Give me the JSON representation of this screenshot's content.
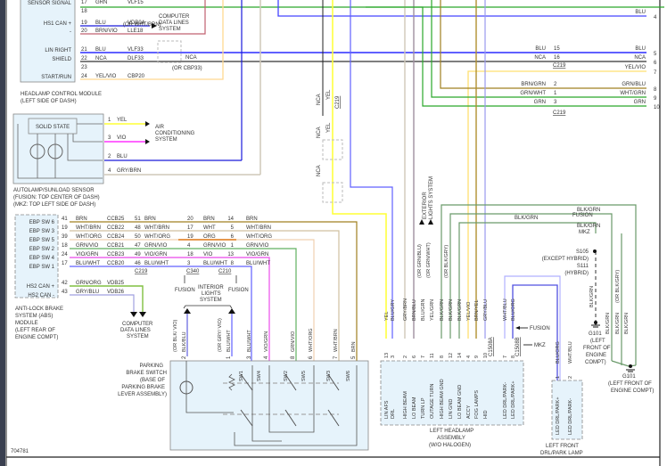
{
  "diagram_id": "704781",
  "colors": {
    "grn": "#2aa82a",
    "blu": "#1a1adb",
    "blu_light": "#5555ff",
    "nca": "#222222",
    "yel": "#ffff33",
    "yel_vio": "#ffd580",
    "vio": "#ff33ff",
    "gry_brn": "#cfc8b8",
    "brn": "#a08020",
    "wht_brn": "#d8c8a8",
    "wht_org": "#f0d0b0",
    "org": "#e07a1a",
    "grn_vio": "#60c060",
    "vio_grn": "#ee66ee",
    "blu_wht": "#7070ff",
    "brn_vio": "#c06070",
    "module_fill": "#e6f3fb",
    "module_stroke": "#888888"
  },
  "headlamp_module": {
    "caption_line1": "HEADLAMP CONTROL MODULE",
    "caption_line2": "(LEFT SIDE OF DASH)",
    "pins": [
      {
        "label": "SENSOR SIGNAL",
        "pin": "17",
        "color": "GRN",
        "circuit": "VLF15"
      },
      {
        "label": "",
        "pin": "18",
        "color": "",
        "circuit": ""
      },
      {
        "label": "HS1 CAN +",
        "pin": "19",
        "color": "BLU",
        "circuit": "VDB04"
      },
      {
        "label": "-",
        "pin": "20",
        "color": "BRN/VIO",
        "circuit": "LLE18"
      },
      {
        "label": "LIN RIGHT",
        "pin": "21",
        "color": "BLU",
        "circuit": "VLF33"
      },
      {
        "label": "SHIELD",
        "pin": "22",
        "color": "NCA",
        "circuit": "DLF33"
      },
      {
        "label": "",
        "pin": "23",
        "color": "",
        "circuit": ""
      },
      {
        "label": "START/RUN",
        "pin": "24",
        "color": "YEL/VIO",
        "circuit": "CBP20"
      }
    ],
    "alt_wire": "(OR WHT/BRN)",
    "alt_circuit": "(OR CBP33)",
    "shield_nca": "NCA",
    "data_lines": [
      "COMPUTER",
      "DATA LINES",
      "SYSTEM"
    ]
  },
  "autolamp_sensor": {
    "caption": [
      "AUTOLAMP/SUNLOAD SENSOR",
      "(FUSION: TOP CENTER OF DASH)",
      "(MKZ: TOP LEFT SIDE OF DASH)"
    ],
    "inner_label": "SOLID STATE",
    "pins": [
      {
        "pin": "1",
        "color": "YEL"
      },
      {
        "pin": "3",
        "color": "VIO"
      },
      {
        "pin": "2",
        "color": "BLU"
      },
      {
        "pin": "4",
        "color": "GRY/BRN"
      }
    ],
    "ac_system": [
      "AIR",
      "CONDITIONING",
      "SYSTEM"
    ]
  },
  "abs_module": {
    "caption": [
      "ANTI-LOCK BRAKE",
      "SYSTEM (ABS)",
      "MODULE",
      "(LEFT REAR OF",
      "ENGINE COMPT)"
    ],
    "pins": [
      {
        "label": "EBP SW 6",
        "pin": "41",
        "color": "BRN",
        "circuit": "CCB25",
        "c2pin": "51",
        "c2color": "BRN",
        "c3pin": "20",
        "c3color": "BRN",
        "c4pin": "14",
        "c4color": "BRN"
      },
      {
        "label": "EBP SW 3",
        "pin": "19",
        "color": "WHT/BRN",
        "circuit": "CCB22",
        "c2pin": "48",
        "c2color": "WHT/BRN",
        "c3pin": "17",
        "c3color": "WHT",
        "c4pin": "5",
        "c4color": "WHT/BRN"
      },
      {
        "label": "EBP SW 5",
        "pin": "39",
        "color": "WHT/ORG",
        "circuit": "CCB24",
        "c2pin": "50",
        "c2color": "WHT/ORG",
        "c3pin": "19",
        "c3color": "ORG",
        "c4pin": "6",
        "c4color": "WHT/ORG"
      },
      {
        "label": "EBP SW 2",
        "pin": "18",
        "color": "GRN/VIO",
        "circuit": "CCB21",
        "c2pin": "47",
        "c2color": "GRN/VIO",
        "c3pin": "4",
        "c3color": "GRN/VIO",
        "c4pin": "1",
        "c4color": "GRN/VIO"
      },
      {
        "label": "EBP SW 4",
        "pin": "24",
        "color": "VIO/GRN",
        "circuit": "CCB23",
        "c2pin": "49",
        "c2color": "VIO/GRN",
        "c3pin": "18",
        "c3color": "VIO",
        "c4pin": "13",
        "c4color": "VIO/GRN"
      },
      {
        "label": "EBP SW 1",
        "pin": "17",
        "color": "BLU/WHT",
        "circuit": "CCB20",
        "c2pin": "46",
        "c2color": "BLU/WHT",
        "c3pin": "3",
        "c3color": "BLU/WHT",
        "c4pin": "8",
        "c4color": "BLU/WHT"
      }
    ],
    "can_pins": [
      {
        "label": "HS2 CAN +",
        "pin": "42",
        "color": "GRN/ORG",
        "circuit": "VDB25"
      },
      {
        "label": "HS2 CAN -",
        "pin": "43",
        "color": "GRY/BLU",
        "circuit": "VDB26"
      }
    ],
    "connectors": {
      "c2": "C219",
      "c3": "C340",
      "c4": "C210"
    },
    "fusion_label": "FUSION",
    "interior_lights": [
      "INTERIOR",
      "LIGHTS",
      "SYSTEM"
    ],
    "data_lines": [
      "COMPUTER",
      "DATA LINES",
      "SYSTEM"
    ]
  },
  "parking_brake_switch": {
    "caption": [
      "PARKING",
      "BRAKE SWITCH",
      "(BASE OF",
      "PARKING BRAKE",
      "LEVER ASSEMBLY)"
    ],
    "pins": [
      {
        "pin": "2",
        "color": "BLK/BLU",
        "alt": "(OR BLK/ VIO)"
      },
      {
        "pin": "1",
        "color": "BLU/WHT",
        "alt": "(OR GRY/ VIO)"
      },
      {
        "pin": "3",
        "color": "BLU/WHT",
        "alt": ""
      },
      {
        "pin": "4",
        "color": "VIO/GRN",
        "alt": ""
      },
      {
        "pin": "8",
        "color": "GRN/VIO",
        "alt": ""
      },
      {
        "pin": "6",
        "color": "WHT/ORG",
        "alt": ""
      },
      {
        "pin": "7",
        "color": "WHT/BRN",
        "alt": ""
      },
      {
        "pin": "5",
        "color": "BRN",
        "alt": ""
      }
    ],
    "switches": [
      "SW1",
      "SW4",
      "SW2",
      "SW5",
      "SW3",
      "SW6"
    ]
  },
  "center_wires": {
    "c219_pin5": "5",
    "c219_pin4": "4",
    "c219": "C219",
    "nca": "NCA",
    "yel": "YEL",
    "exterior_lights": [
      "EXTERIOR",
      "LIGHTS SYSTEM"
    ],
    "alts": [
      "(OR GRN/BLU)",
      "(OR GRN/WHT)",
      "(OR BLK/GRY)"
    ]
  },
  "headlamp_assembly": {
    "caption": [
      "LEFT HEADLAMP",
      "ASSEMBLY",
      "(W/O HALOGEN)"
    ],
    "pins": [
      {
        "pin": "13",
        "color": "YEL",
        "func": "LIN AFS"
      },
      {
        "pin": "3",
        "color": "BLU/GRY",
        "func": "DRL"
      },
      {
        "pin": "2",
        "color": "GRY/BRN",
        "func": "HIGH BEAM"
      },
      {
        "pin": "6",
        "color": "BRN/BLU",
        "func": "LO BEAM"
      },
      {
        "pin": "7",
        "color": "BLU/GRN",
        "func": "TURN LP"
      },
      {
        "pin": "11",
        "color": "YEL/GRN",
        "func": "OUTAGE TURN"
      },
      {
        "pin": "8",
        "color": "BLK/GRN",
        "func": "HIGH BEAM GND"
      },
      {
        "pin": "12",
        "color": "BLK/GRN",
        "func": "LIN GND"
      },
      {
        "pin": "14",
        "color": "BLK/GRN",
        "func": "LO BEAM GND"
      },
      {
        "pin": "4",
        "color": "YEL/VIO",
        "func": "ACCY"
      },
      {
        "pin": "9",
        "color": "BRN/YEL",
        "func": "FOG LAMPS"
      },
      {
        "pin": "10",
        "color": "GRY/BLU",
        "func": "HID"
      },
      {
        "pin": "7",
        "color": "WHT/BLU",
        "func": "LED DRL/PARK-"
      },
      {
        "pin": "8",
        "color": "BLU/ORG",
        "func": "LED DRL/PARK+"
      }
    ],
    "connectors": [
      "C1508A",
      "C1508B"
    ],
    "fusion": "FUSION",
    "mkz": "MKZ"
  },
  "right_side": {
    "wires": [
      {
        "left": "",
        "pin_l": "",
        "right": "BLU",
        "pin_r": "4"
      },
      {
        "left": "BLU",
        "pin_l": "15",
        "right": "BLU",
        "pin_r": "5"
      },
      {
        "left": "NCA",
        "pin_l": "16",
        "right": "NCA",
        "pin_r": "6"
      },
      {
        "left": "",
        "pin_l": "",
        "right": "YEL/VIO",
        "pin_r": "7"
      },
      {
        "left": "BRN/GRN",
        "pin_l": "2",
        "right": "GRN/BLU",
        "pin_r": "8"
      },
      {
        "left": "GRN/WHT",
        "pin_l": "1",
        "right": "WHT/GRN",
        "pin_r": "9"
      },
      {
        "left": "GRN",
        "pin_l": "3",
        "right": "GRN",
        "pin_r": "10"
      }
    ],
    "c219": "C219",
    "ground": {
      "blk_grn": "BLK/GRN",
      "fusion": "FUSION",
      "mkz": "MKZ",
      "s105": "S105",
      "except_hybrid": "(EXCEPT HYBRID)",
      "s111": "S111",
      "hybrid": "(HYBRID)",
      "g101_a": [
        "G101",
        "(LEFT",
        "FRONT OF",
        "ENGINE",
        "COMPT)"
      ],
      "g101_b": [
        "G101",
        "(LEFT FRONT OF",
        "ENGINE COMPT)"
      ],
      "alt": "(OR BLK/GRY)"
    }
  },
  "drl_lamp": {
    "caption": [
      "LEFT FRONT",
      "DRL/PARK LAMP"
    ],
    "pins": [
      {
        "pin": "1",
        "color": "BLU/ORG",
        "func": "LED DRL/PARK+"
      },
      {
        "pin": "2",
        "color": "WHT/BLU",
        "func": "LED DRL/PARK-"
      }
    ]
  }
}
